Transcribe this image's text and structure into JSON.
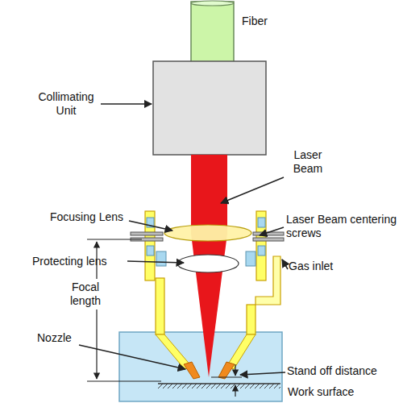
{
  "diagram": {
    "labels": [
      "Fiber",
      "Collimating Unit",
      "Laser Beam",
      "Focusing Lens",
      "Laser Beam centering screws",
      "Protecting lens",
      "Gas inlet",
      "Focal length",
      "Nozzle",
      "Stand off distance",
      "Work surface"
    ]
  }
}
